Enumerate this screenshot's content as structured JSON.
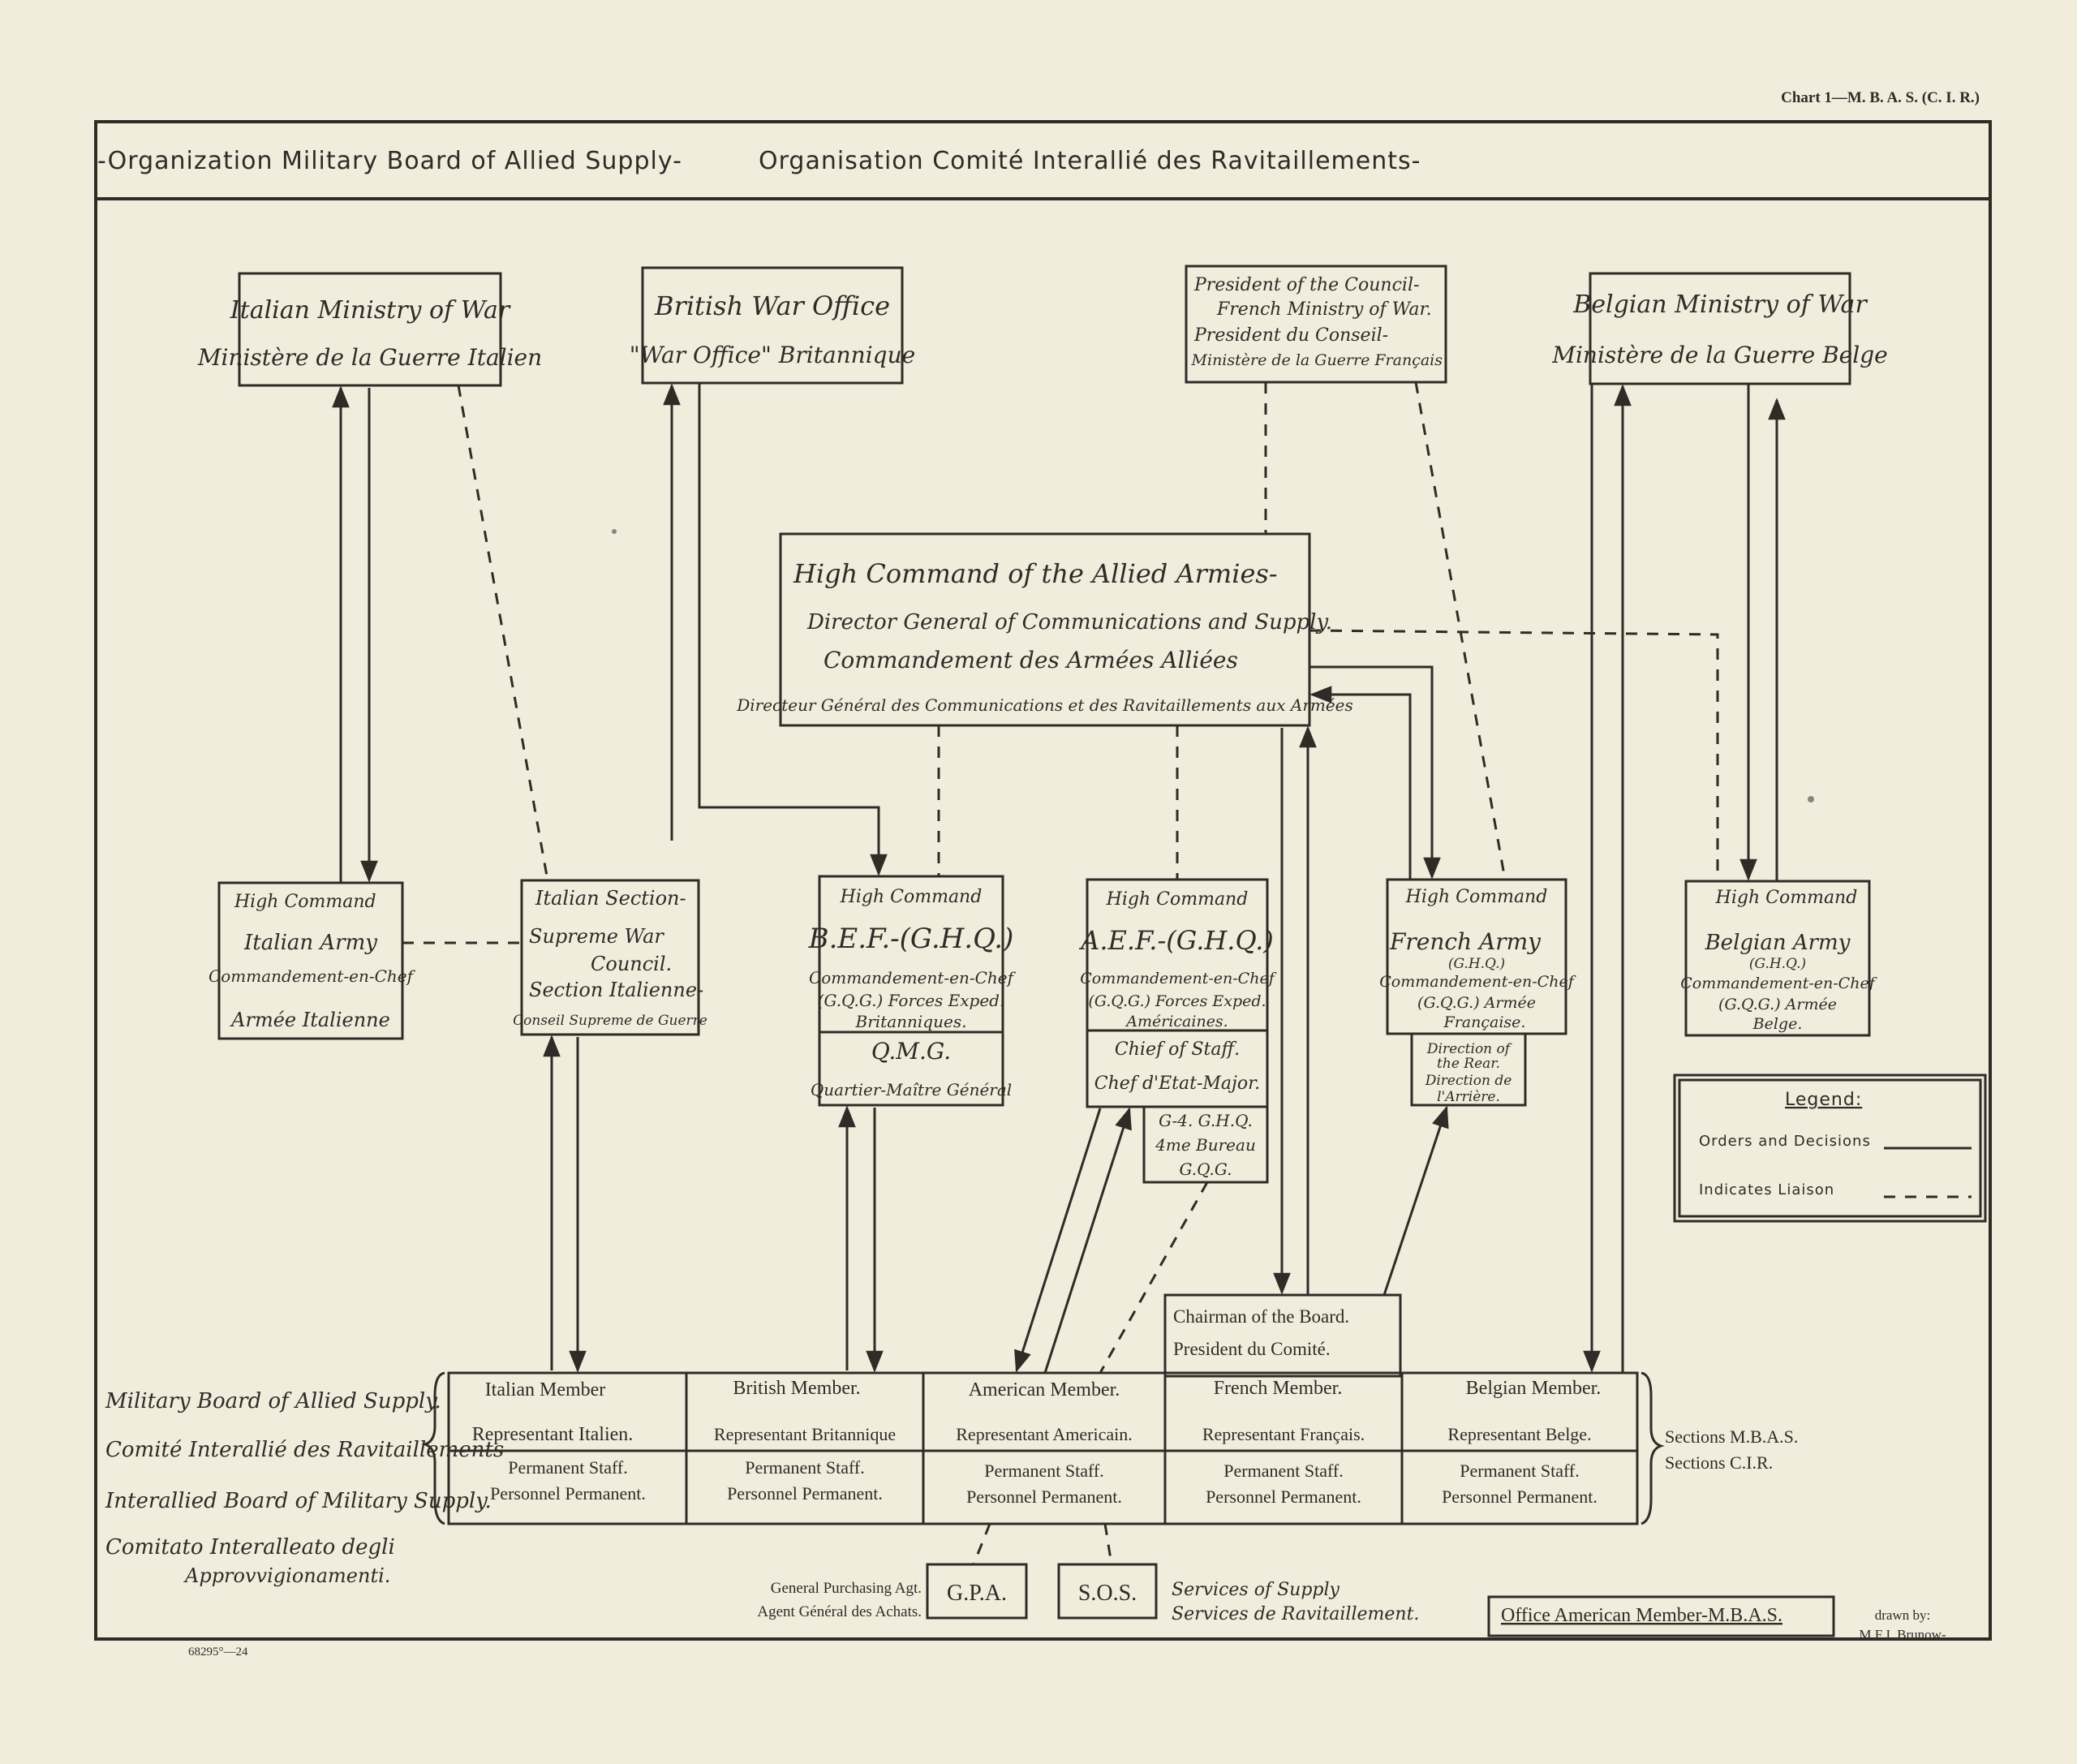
{
  "chart_ref": "Chart 1—M. B. A. S. (C. I. R.)",
  "title": {
    "english": "-Organization Military Board of Allied Supply-",
    "french": "Organisation Comité Interallié des Ravitaillements-"
  },
  "ministries": {
    "italy": {
      "line1": "Italian Ministry of War",
      "line2": "Ministère de la Guerre Italien"
    },
    "britain": {
      "line1": "British War Office",
      "line2": "\"War Office\" Britannique"
    },
    "france": {
      "line1": "President of the Council-",
      "line2": "French Ministry of War.",
      "line3": "President du Conseil-",
      "line4": "Ministère de la Guerre Français"
    },
    "belgium": {
      "line1": "Belgian Ministry of War",
      "line2": "Ministère de la Guerre Belge"
    }
  },
  "high_command": {
    "line1": "High Command of the Allied Armies-",
    "line2": "Director General of Communications and Supply.",
    "line3": "Commandement des Armées Alliées",
    "line4": "Directeur Général des Communications et des Ravitaillements aux Armées"
  },
  "commands": {
    "italian_army": {
      "line1": "High Command",
      "line2": "Italian Army",
      "line3": "Commandement-en-Chef",
      "line4": "Armée Italienne"
    },
    "italian_section": {
      "line1": "Italian Section-",
      "line2": "Supreme War",
      "line3": "Council.",
      "line4": "Section Italienne-",
      "line5": "Conseil Supreme de Guerre"
    },
    "bef": {
      "line1": "High Command",
      "line2": "B.E.F.-(G.H.Q.)",
      "line3": "Commandement-en-Chef",
      "line4": "(G.Q.G.) Forces Exped.",
      "line5": "Britanniques.",
      "qmg1": "Q.M.G.",
      "qmg2": "Quartier-Maître Général"
    },
    "aef": {
      "line1": "High Command",
      "line2": "A.E.F.-(G.H.Q.)",
      "line3": "Commandement-en-Chef",
      "line4": "(G.Q.G.) Forces Exped.",
      "line5": "Américaines.",
      "staff1": "Chief of Staff.",
      "staff2": "Chef d'Etat-Major.",
      "g4_1": "G-4. G.H.Q.",
      "g4_2": "4me Bureau",
      "g4_3": "G.Q.G."
    },
    "french_army": {
      "line1": "High Command",
      "line2": "French Army",
      "line3": "(G.H.Q.)",
      "line4": "Commandement-en-Chef",
      "line5": "(G.Q.G.) Armée",
      "line6": "Française.",
      "rear1": "Direction of",
      "rear2": "the Rear.",
      "rear3": "Direction de",
      "rear4": "l'Arrière."
    },
    "belgian_army": {
      "line1": "High Command",
      "line2": "Belgian Army",
      "line3": "(G.H.Q.)",
      "line4": "Commandement-en-Chef",
      "line5": "(G.Q.G.) Armée",
      "line6": "Belge."
    }
  },
  "legend": {
    "title": "Legend:",
    "orders": "Orders and Decisions",
    "liaison": "Indicates Liaison"
  },
  "chairman": {
    "line1": "Chairman of the Board.",
    "line2": "President du Comité."
  },
  "board": {
    "left_labels": [
      "Military Board of Allied Supply.",
      "Comité Interallié des Ravitaillements",
      "Interallied Board of Military Supply.",
      "Comitato Interalleato degli",
      "Approvvigionamenti."
    ],
    "members": [
      {
        "name": "Italian Member",
        "rep": "Representant Italien.",
        "staff": "Permanent Staff.",
        "personnel": "Personnel Permanent."
      },
      {
        "name": "British Member.",
        "rep": "Representant Britannique",
        "staff": "Permanent Staff.",
        "personnel": "Personnel Permanent."
      },
      {
        "name": "American Member.",
        "rep": "Representant Americain.",
        "staff": "Permanent Staff.",
        "personnel": "Personnel Permanent."
      },
      {
        "name": "French Member.",
        "rep": "Representant Français.",
        "staff": "Permanent Staff.",
        "personnel": "Personnel Permanent."
      },
      {
        "name": "Belgian Member.",
        "rep": "Representant Belge.",
        "staff": "Permanent Staff.",
        "personnel": "Personnel Permanent."
      }
    ],
    "sections1": "Sections M.B.A.S.",
    "sections2": "Sections C.I.R."
  },
  "bottom": {
    "gpa_label1": "General Purchasing Agt.",
    "gpa_label2": "Agent Général des Achats.",
    "gpa": "G.P.A.",
    "sos": "S.O.S.",
    "sos_label1": "Services of Supply",
    "sos_label2": "Services de Ravitaillement.",
    "office": "Office American Member-M.B.A.S.",
    "drawn1": "drawn by:",
    "drawn2": "M.F.J. Brunow-",
    "print_no": "68295°—24"
  }
}
